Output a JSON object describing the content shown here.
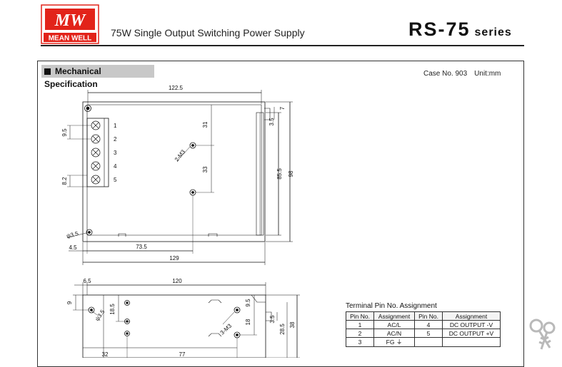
{
  "header": {
    "brand_top": "MW",
    "brand_name": "MEAN WELL",
    "title": "75W Single Output Switching Power Supply",
    "model": "RS-75",
    "series_word": "series",
    "brand_color": "#e2231a"
  },
  "section": {
    "title": "Mechanical Specification",
    "case_no": "Case No. 903",
    "unit": "Unit:mm"
  },
  "top_view": {
    "dims": {
      "width_total": "122.5",
      "depth_total": "98",
      "inner_height": "85.5",
      "top_offset": "31",
      "hole_spacing": "33",
      "mount_hole_right": "7",
      "slot_width": "3.5",
      "hole_pitch": "9.5",
      "pin_pitch_bottom": "8.2",
      "hole_m3": "2-M3",
      "hole_dia": "ψ3.5",
      "left_offset": "4.5",
      "hole_x": "73.5",
      "bottom_total": "129"
    },
    "pins": [
      "1",
      "2",
      "3",
      "4",
      "5"
    ]
  },
  "side_view": {
    "dims": {
      "left_margin": "6.5",
      "top_width": "120",
      "top_offset": "9",
      "hole_h": "18.5",
      "hole_dia": "ψ3.5",
      "right_h1": "9.5",
      "right_h2": "18",
      "hole_m3": "3-M3",
      "slot": "3.5",
      "h_inner": "28.5",
      "h_total": "38",
      "bottom_left": "32",
      "bottom_mid": "77"
    }
  },
  "terminal": {
    "title": "Terminal Pin No.  Assignment",
    "headers": [
      "Pin No.",
      "Assignment",
      "Pin No.",
      "Assignment"
    ],
    "rows": [
      [
        "1",
        "AC/L",
        "4",
        "DC OUTPUT -V"
      ],
      [
        "2",
        "AC/N",
        "5",
        "DC OUTPUT +V"
      ],
      [
        "3",
        "FG ⏚",
        "",
        ""
      ]
    ]
  },
  "icons": {
    "logo": "mean-well-logo",
    "keys": "keys-icon"
  }
}
